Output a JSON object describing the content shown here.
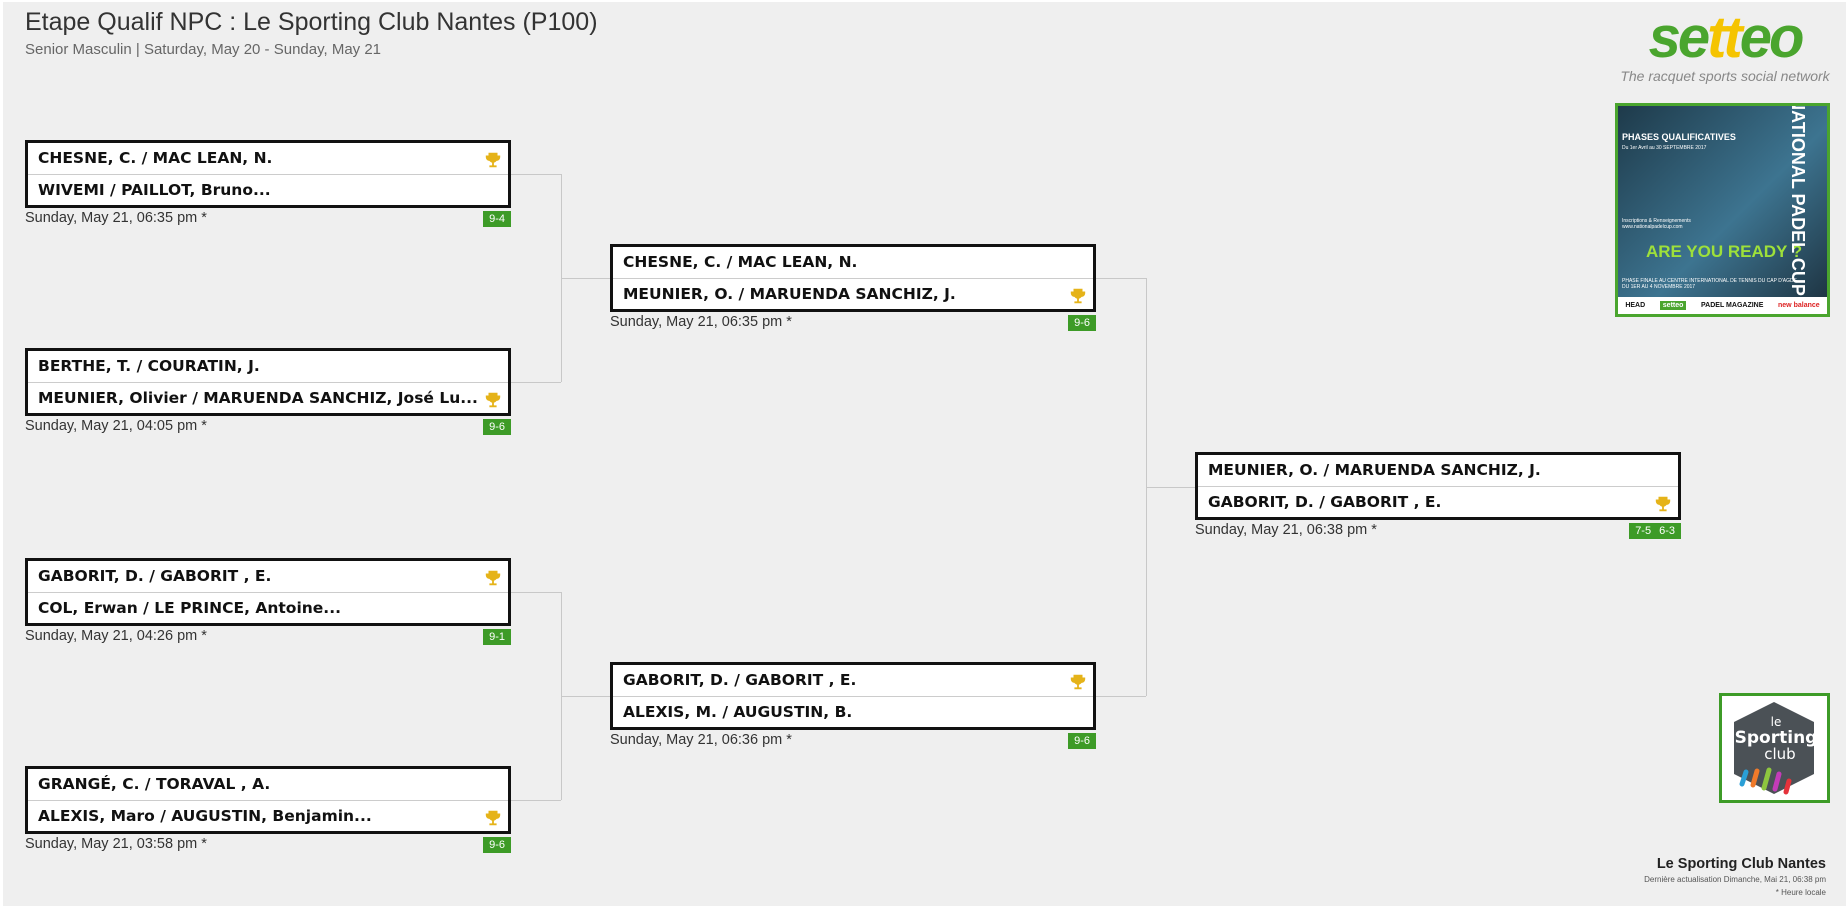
{
  "header": {
    "title": "Etape Qualif NPC : Le Sporting Club Nantes (P100)",
    "subtitle": "Senior Masculin | Saturday, May 20 - Sunday, May 21"
  },
  "brand": {
    "logo_text": "setteo",
    "tagline": "The racquet sports social network",
    "green": "#4aa52e",
    "yellow": "#f5c400"
  },
  "poster": {
    "headline": "PHASES QUALIFICATIVES",
    "dates": "Du 1er Avril au 30 SEPTEMBRE 2017",
    "info": "Inscriptions & Renseignements www.nationalpadelcup.com",
    "cta": "ARE YOU READY ?",
    "side": "NATIONAL PADEL CUP",
    "final": "PHASE FINALE AU CENTRE INTERNATIONAL DE TENNIS DU CAP D'AGDE DU 1ER AU 4 NOVEMBRE 2017",
    "sponsors": [
      "HEAD",
      "setteo",
      "PADEL MAGAZINE",
      "new balance"
    ]
  },
  "club_logo": {
    "text": [
      "le",
      "Sporting",
      "club"
    ]
  },
  "rounds": [
    [
      {
        "teams": [
          "CHESNE, C. / MAC LEAN, N.",
          "WIVEMI / PAILLOT, Bruno..."
        ],
        "winner": 0,
        "date": "Sunday, May 21, 06:35 pm *",
        "score": [
          "9-4"
        ]
      },
      {
        "teams": [
          "BERTHE, T. / COURATIN, J.",
          "MEUNIER, Olivier / MARUENDA SANCHIZ, José Lu..."
        ],
        "winner": 1,
        "date": "Sunday, May 21, 04:05 pm *",
        "score": [
          "9-6"
        ]
      },
      {
        "teams": [
          "GABORIT, D. / GABORIT , E.",
          "COL, Erwan / LE PRINCE, Antoine..."
        ],
        "winner": 0,
        "date": "Sunday, May 21, 04:26 pm *",
        "score": [
          "9-1"
        ]
      },
      {
        "teams": [
          "GRANGÉ, C. / TORAVAL , A.",
          "ALEXIS, Maro / AUGUSTIN, Benjamin..."
        ],
        "winner": 1,
        "date": "Sunday, May 21, 03:58 pm *",
        "score": [
          "9-6"
        ]
      }
    ],
    [
      {
        "teams": [
          "CHESNE, C. / MAC LEAN, N.",
          "MEUNIER, O. / MARUENDA SANCHIZ, J."
        ],
        "winner": 1,
        "date": "Sunday, May 21, 06:35 pm *",
        "score": [
          "9-6"
        ]
      },
      {
        "teams": [
          "GABORIT, D. / GABORIT , E.",
          "ALEXIS, M. / AUGUSTIN, B."
        ],
        "winner": 0,
        "date": "Sunday, May 21, 06:36 pm *",
        "score": [
          "9-6"
        ]
      }
    ],
    [
      {
        "teams": [
          "MEUNIER, O. / MARUENDA SANCHIZ, J.",
          "GABORIT, D. / GABORIT , E."
        ],
        "winner": 1,
        "date": "Sunday, May 21, 06:38 pm *",
        "score": [
          "7-5",
          "6-3"
        ]
      }
    ]
  ],
  "footer": {
    "club": "Le Sporting Club Nantes",
    "updated": "Dernière actualisation Dimanche, Mai 21, 06:38 pm",
    "note": "* Heure locale"
  }
}
